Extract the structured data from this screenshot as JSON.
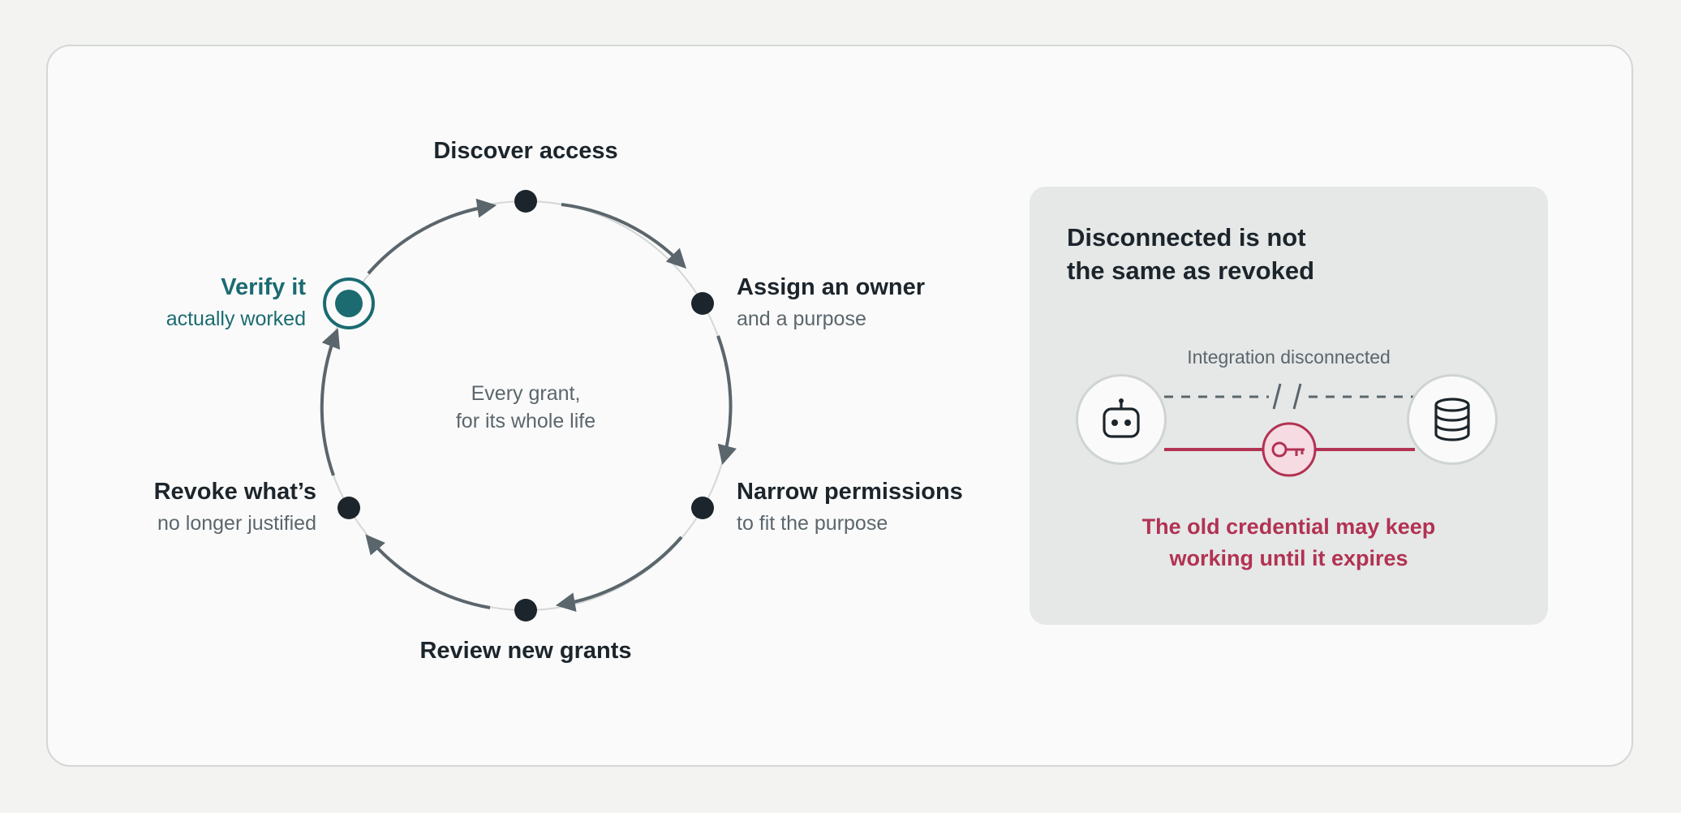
{
  "cycle": {
    "center": {
      "line1": "Every grant,",
      "line2": "for its whole life"
    },
    "steps": [
      {
        "title": "Discover access",
        "subtitle": ""
      },
      {
        "title": "Assign an owner",
        "subtitle": "and a purpose"
      },
      {
        "title": "Narrow permissions",
        "subtitle": "to fit the purpose"
      },
      {
        "title": "Review new grants",
        "subtitle": ""
      },
      {
        "title": "Revoke what’s",
        "subtitle": "no longer justified"
      },
      {
        "title": "Verify it",
        "subtitle": "actually worked",
        "highlighted": true
      }
    ]
  },
  "panel": {
    "title_line1": "Disconnected is not",
    "title_line2": "the same as revoked",
    "caption": "Integration disconnected",
    "left_icon": "robot-icon",
    "right_icon": "database-icon",
    "middle_icon": "key-icon",
    "warning_line1": "The old credential may keep",
    "warning_line2": "working until it expires"
  },
  "colors": {
    "teal": "#1b6b71",
    "dark": "#1c252b",
    "red": "#b23253",
    "arrow": "#5b666c"
  }
}
